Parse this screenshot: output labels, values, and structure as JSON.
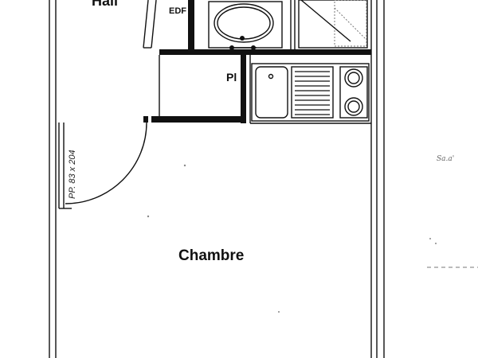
{
  "plan": {
    "rooms": {
      "hall": "Hall",
      "edf": "EDF",
      "placard": "Pl",
      "chambre": "Chambre"
    },
    "door_annotation": "PP. 83 x 204",
    "margin_scribble": "Sa.a'"
  }
}
